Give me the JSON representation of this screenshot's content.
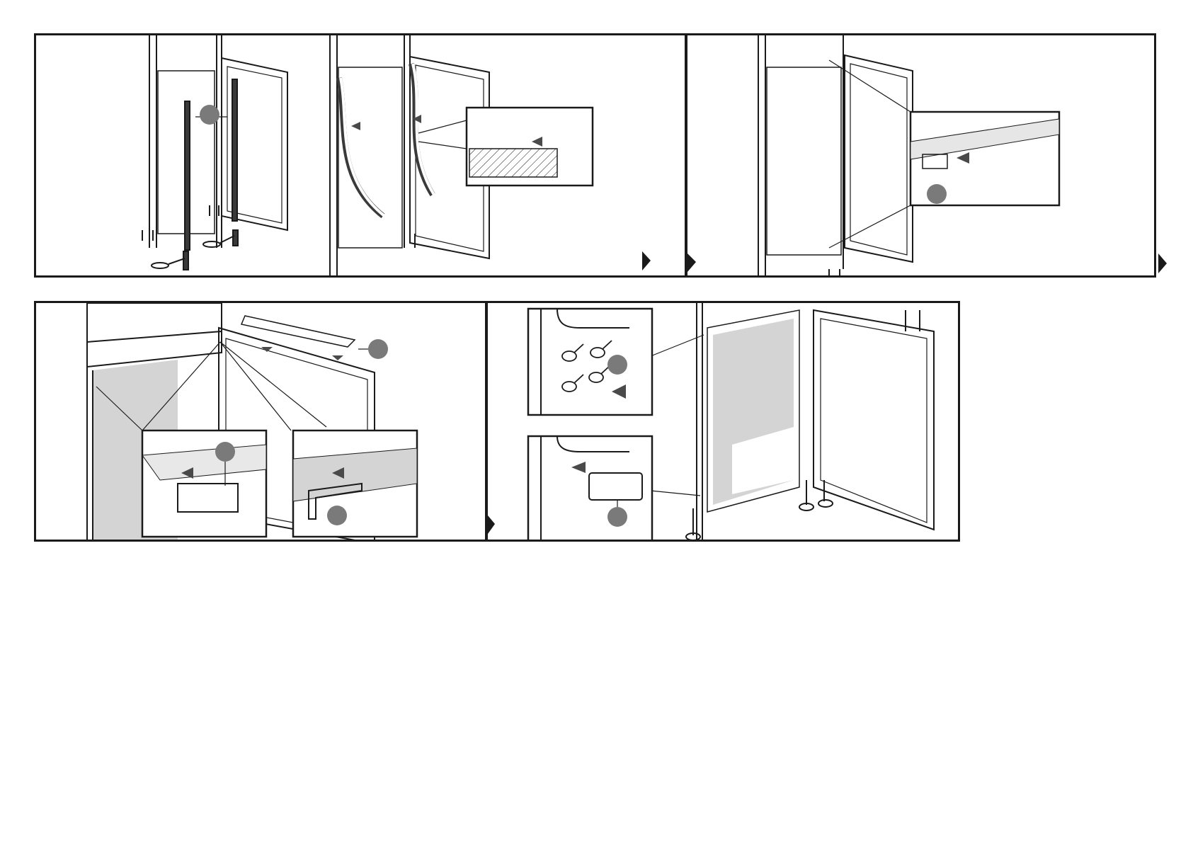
{
  "figure": {
    "description_free": true,
    "callout_fill": "#7a7a7a",
    "line_color": "#1a1a1a",
    "shade_color": "#d4d4d4",
    "panels": [
      {
        "id": "panel-1",
        "callouts": 1
      },
      {
        "id": "panel-2",
        "callouts": 0
      },
      {
        "id": "panel-3",
        "callouts": 1
      },
      {
        "id": "panel-4",
        "callouts": 3
      },
      {
        "id": "panel-5",
        "callouts": 2
      }
    ]
  }
}
